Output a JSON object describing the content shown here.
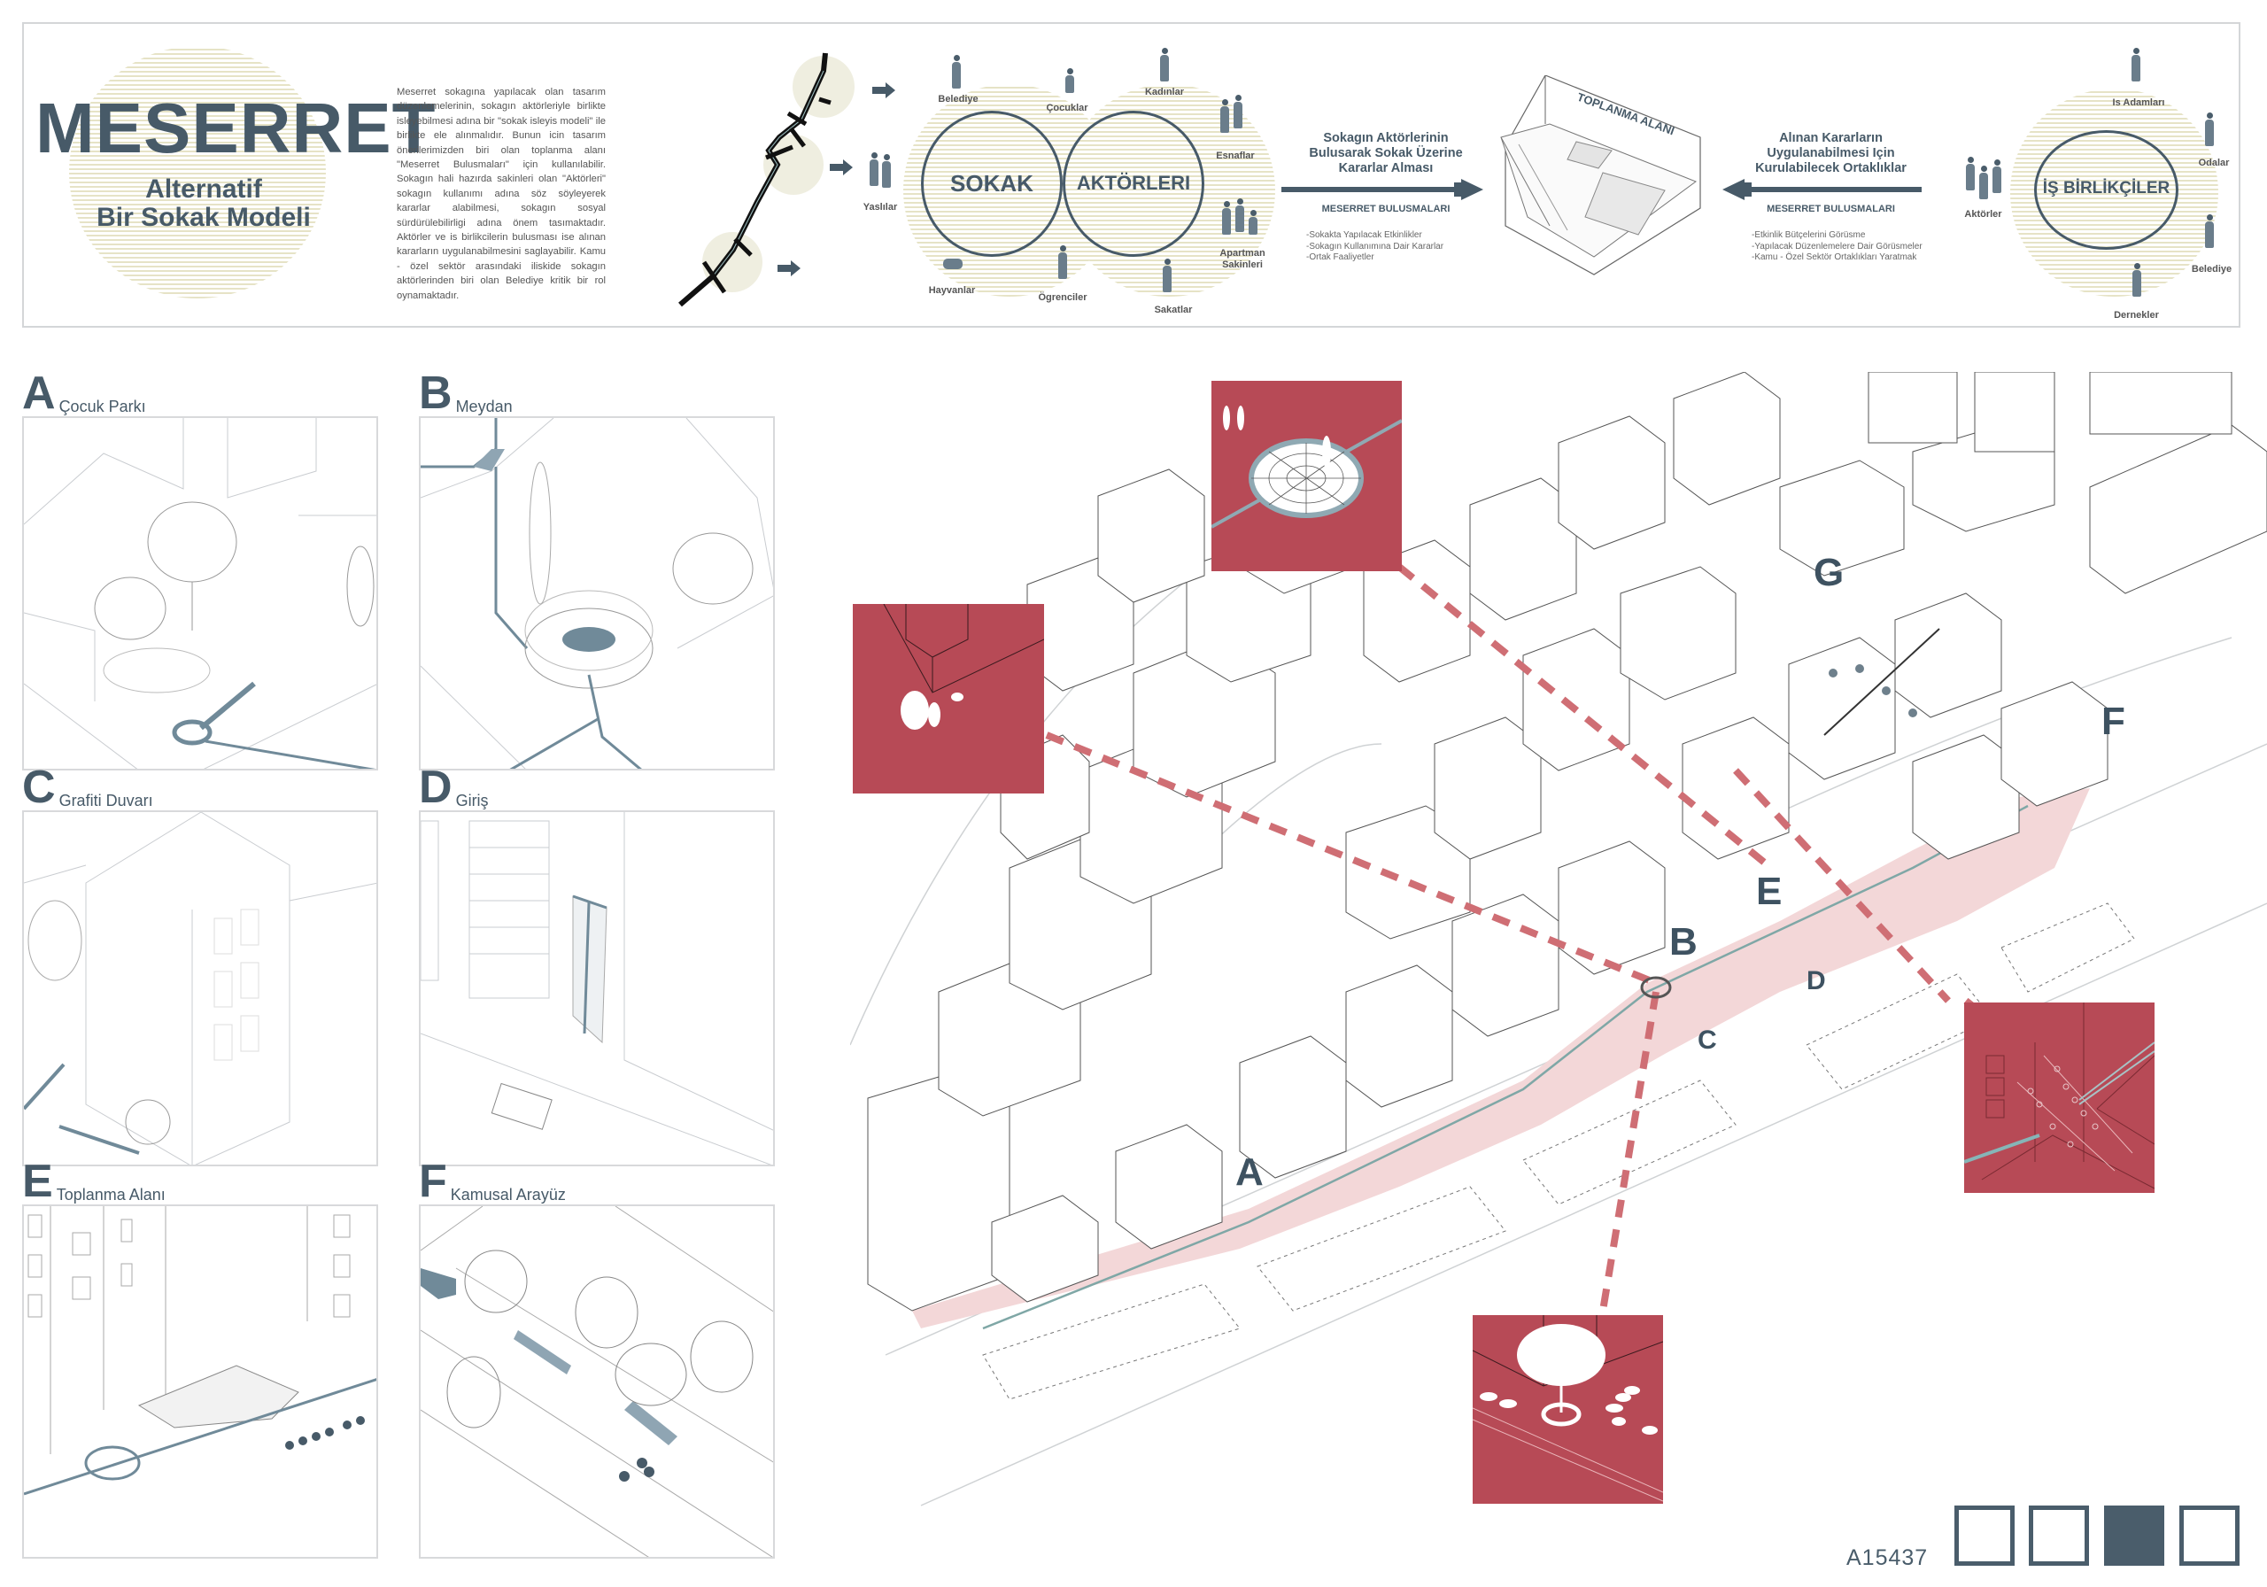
{
  "header": {
    "title": "MESERRET",
    "subtitle_line1": "Alternatif",
    "subtitle_line2": "Bir Sokak Modeli",
    "intro_text": "Meserret sokagına yapılacak olan tasarım düzenlemelerinin, sokagın aktörleriyle birlikte isleyebilmesi adına bir \"sokak isleyis modeli\" ile birlikte ele alınmalıdır. Bunun icin tasarım önerilerimizden biri olan toplanma alanı \"Meserret Bulusmaları\" için kullanılabilir. Sokagın hali hazırda sakinleri olan \"Aktörleri\" sokagın kullanımı adına söz söyleyerek kararlar alabilmesi, sokagın sosyal sürdürülebilirligi adına önem tasımaktadır. Aktörler ve is birlikcilerin bulusması ise alınan kararların uygulanabilmesini saglayabilir. Kamu - özel sektör arasındaki iliskide sokagın aktörlerinden biri olan Belediye kritik bir rol oynamaktadır."
  },
  "actors_diagram": {
    "ring_left": "SOKAK",
    "ring_right": "AKTÖRLERI",
    "actors": [
      "Belediye",
      "Çocuklar",
      "Kadınlar",
      "Esnaflar",
      "Yaslılar",
      "Apartman Sakinleri",
      "Hayvanlar",
      "Ögrenciler",
      "Sakatlar"
    ]
  },
  "flow_left": {
    "title_line1": "Sokagın Aktörlerinin",
    "title_line2": "Bulusarak Sokak Üzerine",
    "title_line3": "Kararlar Alması",
    "sub": "MESERRET BULUSMALARI",
    "items": [
      "-Sokakta Yapılacak Etkinlikler",
      "-Sokagın Kullanımına Dair Kararlar",
      "-Ortak Faaliyetler"
    ]
  },
  "gathering_area": {
    "label": "TOPLANMA ALANI"
  },
  "flow_right": {
    "title_line1": "Alınan Kararların",
    "title_line2": "Uygulanabilmesi Için",
    "title_line3": "Kurulabilecek Ortaklıklar",
    "sub": "MESERRET BULUSMALARI",
    "items": [
      "-Etkinlik Bütçelerini Görüsme",
      "-Yapılacak Düzenlemelere Dair Görüsmeler",
      "-Kamu - Özel Sektör Ortaklıkları Yaratmak"
    ]
  },
  "partners_diagram": {
    "ring": "İŞ BİRLİKÇİLER",
    "actors": [
      "Is Adamları",
      "Odalar",
      "Aktörler",
      "Belediye",
      "Dernekler"
    ]
  },
  "panels": [
    {
      "letter": "A",
      "name": "Çocuk Parkı"
    },
    {
      "letter": "B",
      "name": "Meydan"
    },
    {
      "letter": "C",
      "name": "Grafiti Duvarı"
    },
    {
      "letter": "D",
      "name": "Giriş"
    },
    {
      "letter": "E",
      "name": "Toplanma Alanı"
    },
    {
      "letter": "F",
      "name": "Kamusal Arayüz"
    }
  ],
  "map": {
    "labels": [
      "A",
      "B",
      "C",
      "D",
      "E",
      "F",
      "G"
    ]
  },
  "footer": {
    "code": "A15437",
    "sheets": [
      false,
      false,
      true,
      false
    ]
  },
  "colors": {
    "accent": "#475a68",
    "inset_red": "#b74a56",
    "route_pink": "#f3d7d8",
    "route_line": "#7fa7a6",
    "hatch": "#e6e3c6"
  }
}
